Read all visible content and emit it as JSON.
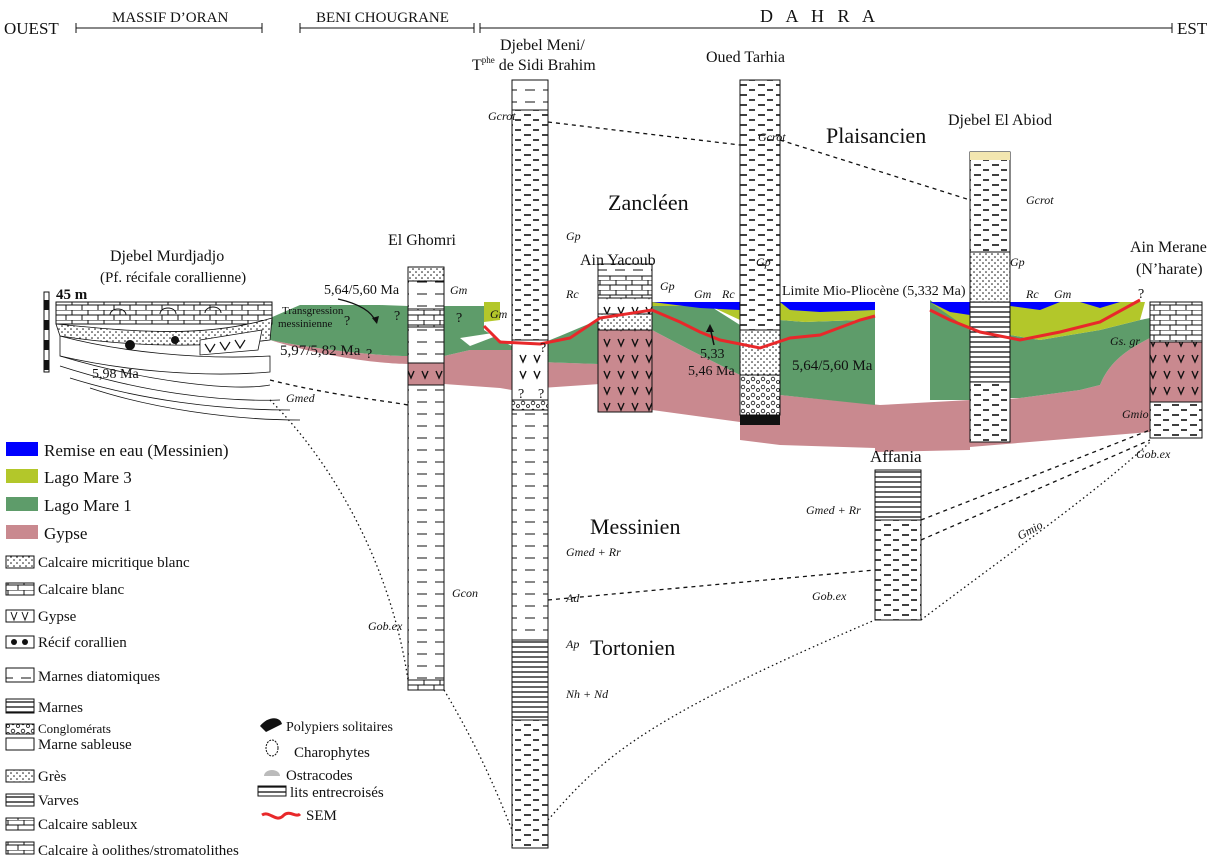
{
  "header": {
    "ouest": "OUEST",
    "est": "EST",
    "massif": "MASSIF D’ORAN",
    "beni": "BENI CHOUGRANE",
    "dahra": "D   A   H   R   A"
  },
  "sections": {
    "murdjadjo_1": "Djebel Murdjadjo",
    "murdjadjo_2": "(Pf. récifale corallienne)",
    "ghomri": "El Ghomri",
    "meni_1": "Djebel Meni/",
    "meni_2a": "T",
    "meni_2sup": "phe",
    "meni_2b": " de Sidi Brahim",
    "yacoub": "Ain Yacoub",
    "tarhia": "Oued Tarhia",
    "abiod": "Djebel El Abiod",
    "merane_1": "Ain Merane",
    "merane_2": "(N’harate)",
    "affania": "Affania"
  },
  "stages": {
    "plaisancien": "Plaisancien",
    "zancleen": "Zancléen",
    "messinien": "Messinien",
    "tortonien": "Tortonien"
  },
  "annotations": {
    "scale": "45 m",
    "transgression_1": "Transgression",
    "transgression_2": "messinienne",
    "age_564_560_a": "5,64/5,60 Ma",
    "age_597_582": "5,97/5,82 Ma",
    "age_598": "5,98 Ma",
    "age_533": "5,33",
    "age_546": "5,46 Ma",
    "age_564_560_b": "5,64/5,60 Ma",
    "limite": "Limite Mio-Pliocène (5,332 Ma)",
    "q": "?"
  },
  "labels": {
    "gcrot_meni": "Gcrot",
    "gcrot_tarhia": "Gcrot",
    "gcrot_abiod": "Gcrot",
    "gp_meni": "Gp",
    "gp_yacoub": "Gp",
    "gp_tarhia": "Gp",
    "gp_abiod": "Gp",
    "gm_ghomri": "Gm",
    "gm_meni": "Gm",
    "gm_tarhia": "Gm",
    "gm_abiod": "Gm",
    "rc_meni": "Rc",
    "rc_tarhia": "Rc",
    "rc_abiod": "Rc",
    "gmed": "Gmed",
    "gsgr": "Gs. gr",
    "gmio_a": "Gmio",
    "gmio_b": "Gmio",
    "gobex_merane": "Gob.ex",
    "gobex_ghomri": "Gob.ex",
    "gobex_affania": "Gob.ex",
    "gmedrr_affania": "Gmed + Rr",
    "gmedrr_meni": "Gmed + Rr",
    "gcon": "Gcon",
    "ad": "Ad",
    "ap": "Ap",
    "nhnd": "Nh + Nd"
  },
  "legend": {
    "remise": "Remise en eau (Messinien)",
    "lagomare3": "Lago Mare 3",
    "lagomare1": "Lago Mare 1",
    "gypse_color": "Gypse",
    "micritique": "Calcaire micritique blanc",
    "calcaire_blanc": "Calcaire blanc",
    "gypse": "Gypse",
    "recif": "Récif corallien",
    "diatomiques": "Marnes diatomiques",
    "marnes": "Marnes",
    "conglomerats": "Conglomérats",
    "marne_sableuse": "Marne sableuse",
    "gres": "Grès",
    "varves": "Varves",
    "calcaire_sableux": "Calcaire sableux",
    "oolithes": "Calcaire à oolithes/stromatolithes",
    "polypiers": "Polypiers solitaires",
    "charophytes": "Charophytes",
    "ostracodes": "Ostracodes",
    "lits": "lits entrecroisés",
    "sem": "SEM"
  },
  "colors": {
    "remise": "#0000ff",
    "lagomare3": "#b3c72a",
    "lagomare1": "#5e9c6a",
    "gypse": "#c9898f",
    "sem": "#e8282a"
  }
}
